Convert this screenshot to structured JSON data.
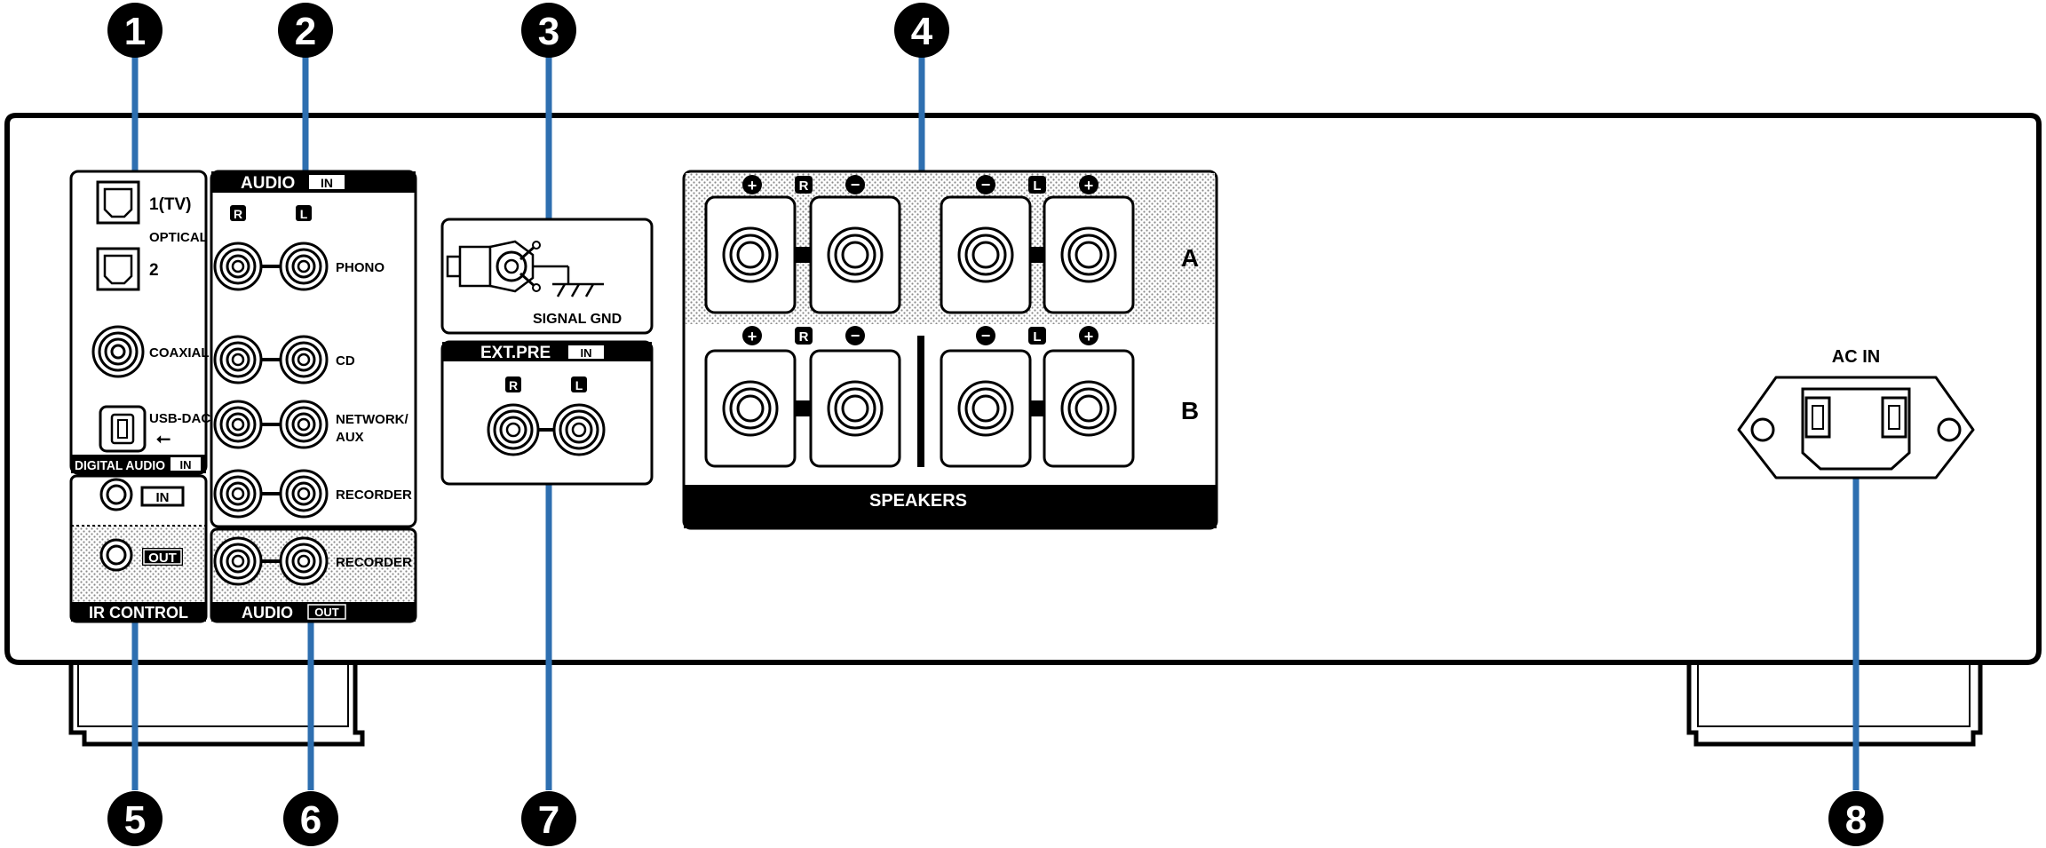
{
  "callouts": [
    "1",
    "2",
    "3",
    "4",
    "5",
    "6",
    "7",
    "8"
  ],
  "digital_audio": {
    "optical_1": "1(TV)",
    "optical_caption": "OPTICAL",
    "optical_2": "2",
    "coaxial": "COAXIAL",
    "usb_dac": "USB-DAC",
    "usb_symbol": "⭠",
    "footer": "DIGITAL AUDIO",
    "footer_tag": "IN"
  },
  "ir_control": {
    "in_tag": "IN",
    "out_tag": "OUT",
    "footer": "IR CONTROL"
  },
  "audio_in": {
    "header": "AUDIO",
    "header_tag": "IN",
    "r": "R",
    "l": "L",
    "phono": "PHONO",
    "cd": "CD",
    "network_line1": "NETWORK/",
    "network_line2": "AUX",
    "recorder": "RECORDER"
  },
  "audio_out": {
    "recorder": "RECORDER",
    "footer": "AUDIO",
    "footer_tag": "OUT"
  },
  "signal_gnd": {
    "label": "SIGNAL GND"
  },
  "ext_pre": {
    "header": "EXT.PRE",
    "header_tag": "IN",
    "r": "R",
    "l": "L"
  },
  "speakers": {
    "footer": "SPEAKERS",
    "row_a": "A",
    "row_b": "B",
    "r": "R",
    "l": "L",
    "plus": "+",
    "minus": "−"
  },
  "ac_in": {
    "label": "AC IN"
  },
  "colors": {
    "leader": "#2e6fb0",
    "ink": "#000000",
    "paper": "#ffffff"
  }
}
